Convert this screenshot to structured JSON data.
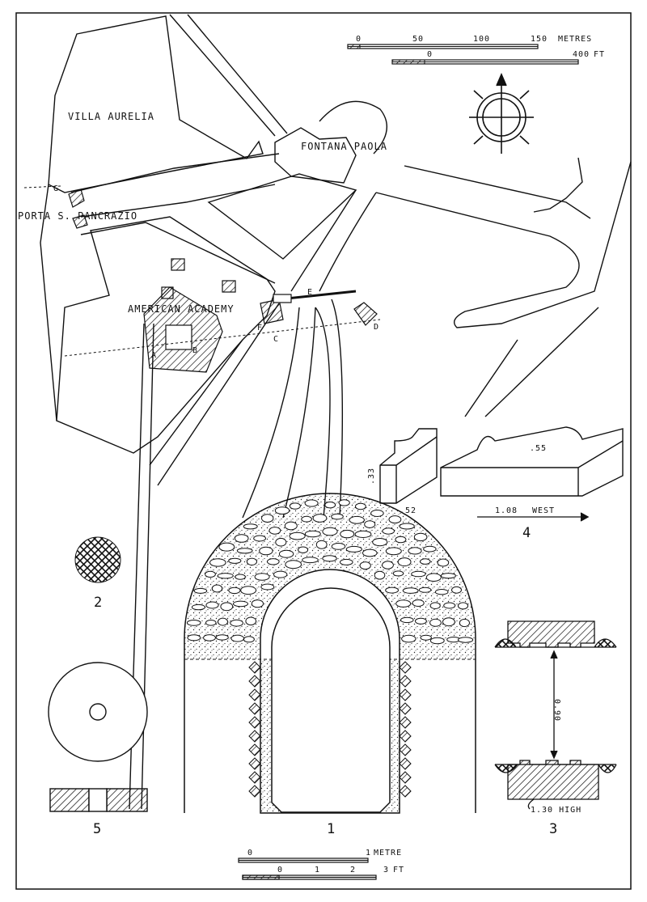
{
  "labels": {
    "villa_aurelia": "VILLA AURELIA",
    "fontana_paola": "FONTANA PAOLA",
    "porta_pancrazio": "PORTA S. PANCRAZIO",
    "american_academy": "AMERICAN ACADEMY",
    "point_a": "A",
    "point_b": "B",
    "point_c": "C",
    "point_d": "D",
    "point_e": "E",
    "point_f": "F",
    "point_g": "G"
  },
  "map_scale": {
    "metres_ticks": [
      "0",
      "50",
      "100",
      "150"
    ],
    "metres_unit": "METRES",
    "feet_ticks": [
      "0",
      "400"
    ],
    "feet_unit": "FT"
  },
  "figure_numbers": [
    "1",
    "2",
    "3",
    "4",
    "5"
  ],
  "fig4_dims": {
    "height": ".33",
    "width_small": ".52",
    "width_large": "1.08",
    "top": ".55",
    "direction": "WEST"
  },
  "fig3_dims": {
    "gap": "0.90",
    "height": "1.30 HIGH"
  },
  "section_scale": {
    "metre_ticks": [
      "0",
      "1"
    ],
    "metre_unit": "METRE",
    "feet_ticks": [
      "0",
      "1",
      "2",
      "3"
    ],
    "feet_unit": "FT"
  },
  "colors": {
    "ink": "#111111",
    "paper": "#ffffff"
  }
}
